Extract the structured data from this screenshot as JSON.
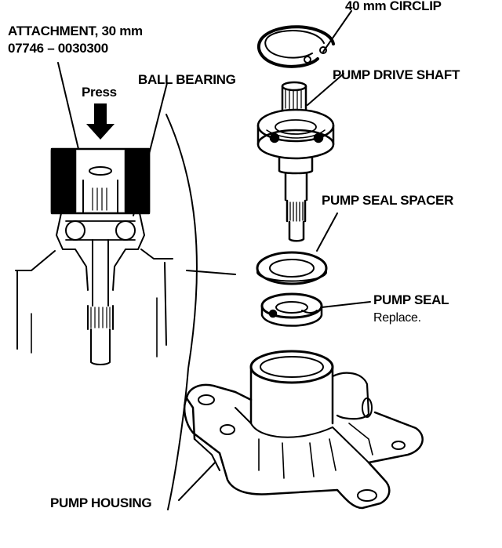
{
  "labels": {
    "circlip": "40 mm CIRCLIP",
    "attachment": "ATTACHMENT, 30 mm",
    "attachment_part": "07746 – 0030300",
    "press": "Press",
    "ball_bearing": "BALL BEARING",
    "pump_drive_shaft": "PUMP DRIVE SHAFT",
    "pump_seal_spacer": "PUMP SEAL SPACER",
    "pump_seal": "PUMP SEAL",
    "pump_seal_note": "Replace.",
    "pump_housing": "PUMP HOUSING"
  }
}
